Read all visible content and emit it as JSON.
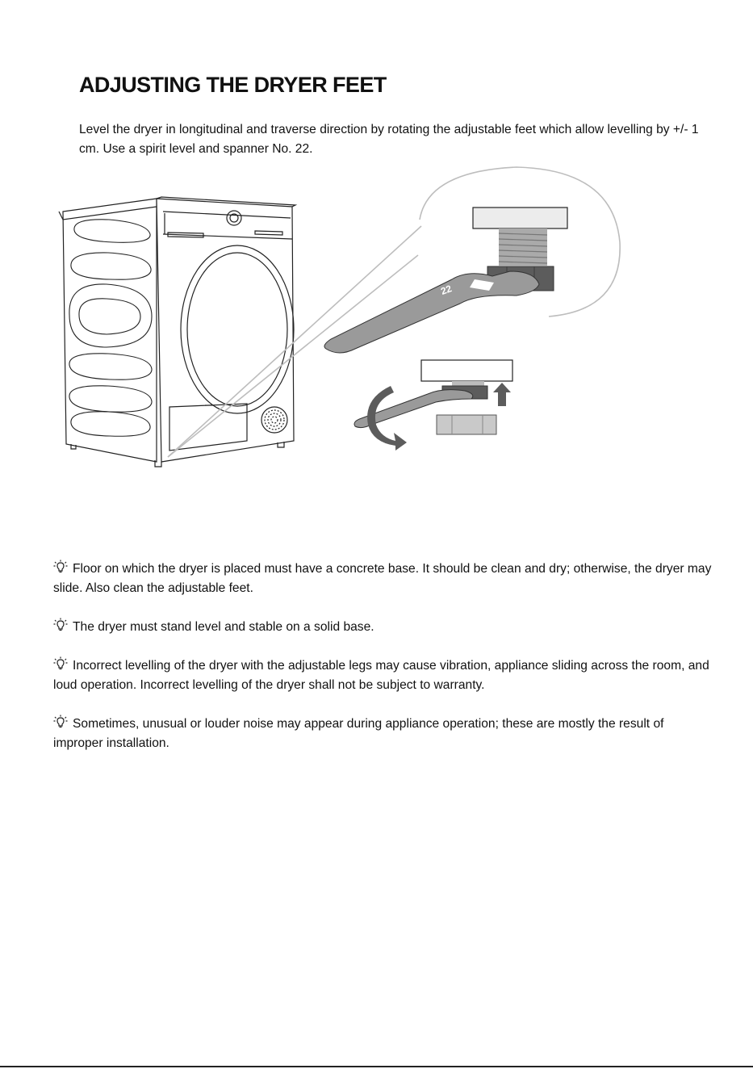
{
  "heading": "ADJUSTING THE DRYER FEET",
  "intro": "Level the dryer in longitudinal and traverse direction by rotating the adjustable feet which allow levelling by +/- 1 cm. Use a spirit level and spanner No. 22.",
  "illustration": {
    "spanner_number": "22",
    "icons": [
      "dryer-illustration",
      "spanner-icon",
      "adjustable-foot-icon",
      "rotate-arrow-icon",
      "up-arrow-icon",
      "nut-icon"
    ],
    "colors": {
      "metal": "#9a9a9a",
      "nut": "#5c5c5c",
      "line": "#222222",
      "magnifier": "#bdbdbd"
    }
  },
  "tips": [
    {
      "icon": "lightbulb-icon",
      "text": "Floor on which the dryer is placed must have a concrete base. It should be clean and dry; otherwise, the dryer may slide. Also clean the adjustable feet."
    },
    {
      "icon": "lightbulb-icon",
      "text": "The dryer must stand level and stable on a solid base."
    },
    {
      "icon": "lightbulb-icon",
      "text": "Incorrect levelling of the dryer with the adjustable legs may cause vibration, appliance sliding across the room, and loud operation. Incorrect levelling of the dryer shall not be subject to warranty."
    },
    {
      "icon": "lightbulb-icon",
      "text": "Sometimes, unusual or louder noise may appear during appliance operation; these are mostly the result of improper installation."
    }
  ]
}
